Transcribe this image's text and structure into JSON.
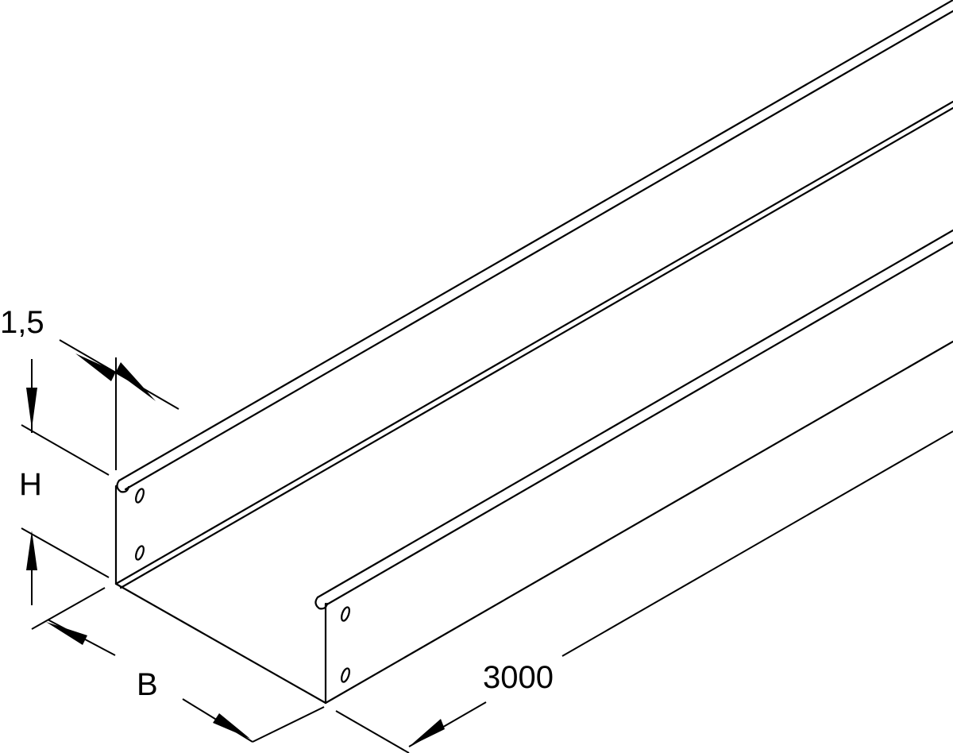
{
  "diagram": {
    "subject": "cable-tray-isometric",
    "line_color": "#000000",
    "background": "#ffffff",
    "dimensions": {
      "thickness": "1,5",
      "height": "H",
      "width": "B",
      "length": "3000"
    }
  }
}
